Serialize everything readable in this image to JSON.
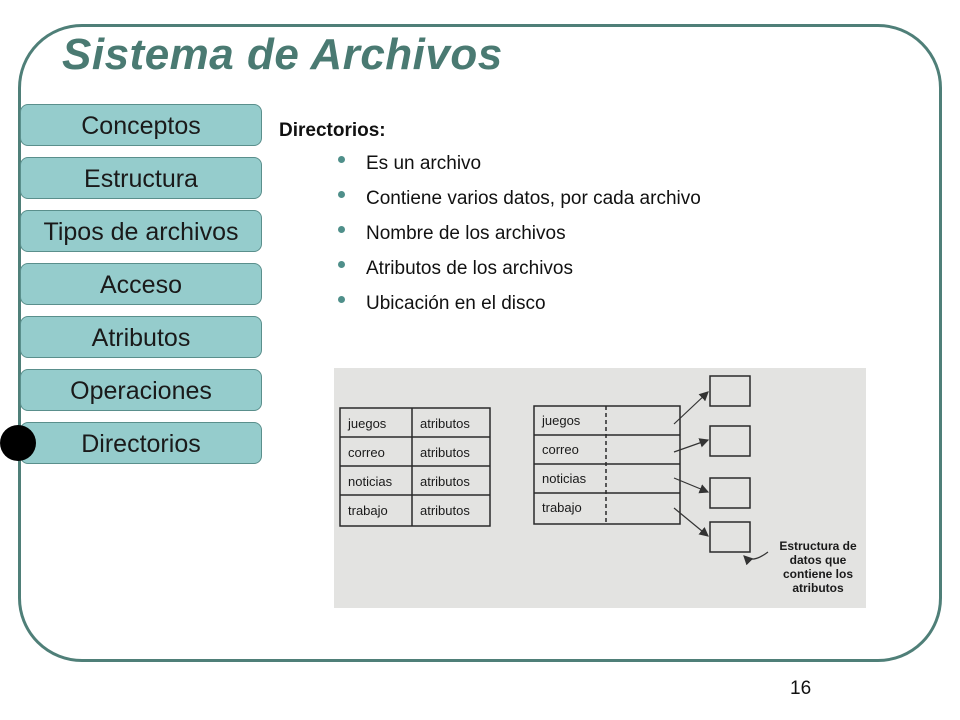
{
  "title": "Sistema de Archivos",
  "nav": {
    "items": [
      "Conceptos",
      "Estructura",
      "Tipos de archivos",
      "Acceso",
      "Atributos",
      "Operaciones",
      "Directorios"
    ],
    "active": "Directorios"
  },
  "content": {
    "heading": "Directorios:",
    "bullets": [
      "Es un archivo",
      "Contiene varios datos, por cada archivo",
      "Nombre de los archivos",
      "Atributos de los archivos",
      "Ubicación en el disco"
    ]
  },
  "figure": {
    "left_table": {
      "rows": [
        [
          "juegos",
          "atributos"
        ],
        [
          "correo",
          "atributos"
        ],
        [
          "noticias",
          "atributos"
        ],
        [
          "trabajo",
          "atributos"
        ]
      ]
    },
    "right_table": {
      "rows": [
        "juegos",
        "correo",
        "noticias",
        "trabajo"
      ]
    },
    "caption_lines": [
      "Estructura de",
      "datos que",
      "contiene los",
      "atributos"
    ]
  },
  "page_number": "16",
  "colors": {
    "accent": "#4a7a72",
    "nav_fill": "#95cccc",
    "figure_bg": "#e3e3e1"
  }
}
